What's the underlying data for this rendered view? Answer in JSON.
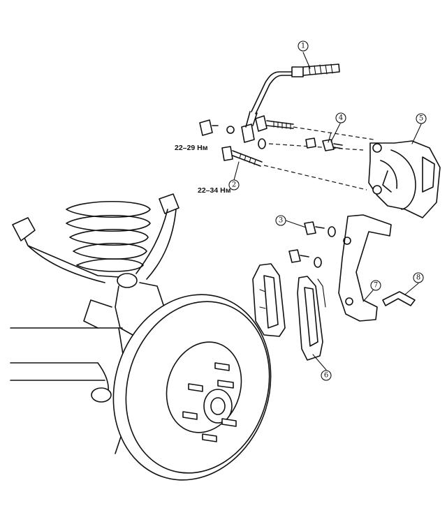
{
  "callouts": [
    {
      "id": "1",
      "label": "①"
    },
    {
      "id": "2",
      "label": "②"
    },
    {
      "id": "3",
      "label": "③"
    },
    {
      "id": "4",
      "label": "④"
    },
    {
      "id": "5",
      "label": "⑤"
    },
    {
      "id": "6",
      "label": "⑥"
    },
    {
      "id": "7",
      "label": "⑦"
    },
    {
      "id": "8",
      "label": "⑧"
    }
  ],
  "torque_specs": {
    "upper_bolt": "22–29 Нм",
    "lower_bolt": "22–34 Нм"
  }
}
